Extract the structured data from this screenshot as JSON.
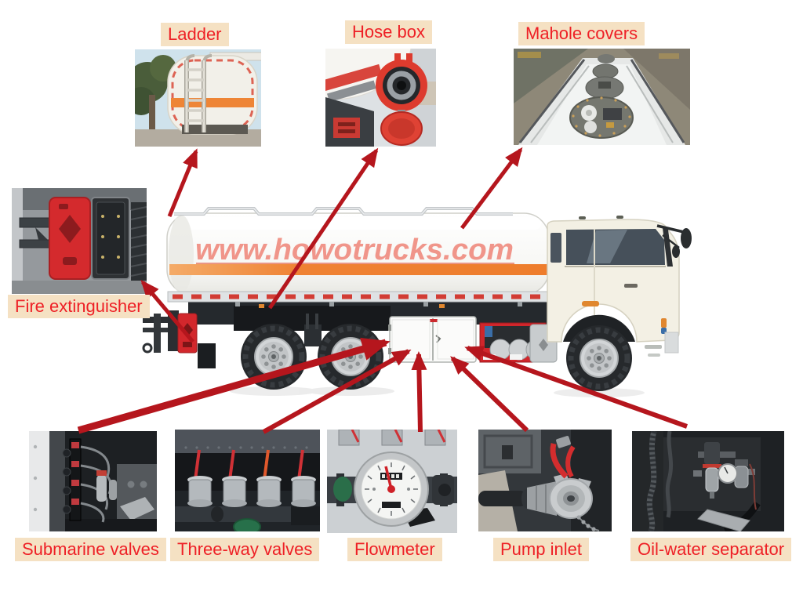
{
  "watermark": {
    "text": "www.howotrucks.com",
    "color": "#ee7f72"
  },
  "callouts": {
    "ladder": {
      "label": "Ladder"
    },
    "hose_box": {
      "label": "Hose box"
    },
    "manhole_covers": {
      "label": "Mahole covers"
    },
    "fire_extinguisher": {
      "label": "Fire extinguisher"
    },
    "submarine_valves": {
      "label": "Submarine valves"
    },
    "three_way_valves": {
      "label": "Three-way valves"
    },
    "flowmeter": {
      "label": "Flowmeter"
    },
    "pump_inlet": {
      "label": "Pump inlet"
    },
    "oil_water_separator": {
      "label": "Oil-water separator"
    }
  },
  "colors": {
    "label_background": "#f5e1c3",
    "label_text": "#ee2026",
    "arrow": "#b5161d",
    "tank_stripe": "#ef8233",
    "truck_red": "#d2272c",
    "tank_white": "#f7f7f4"
  }
}
